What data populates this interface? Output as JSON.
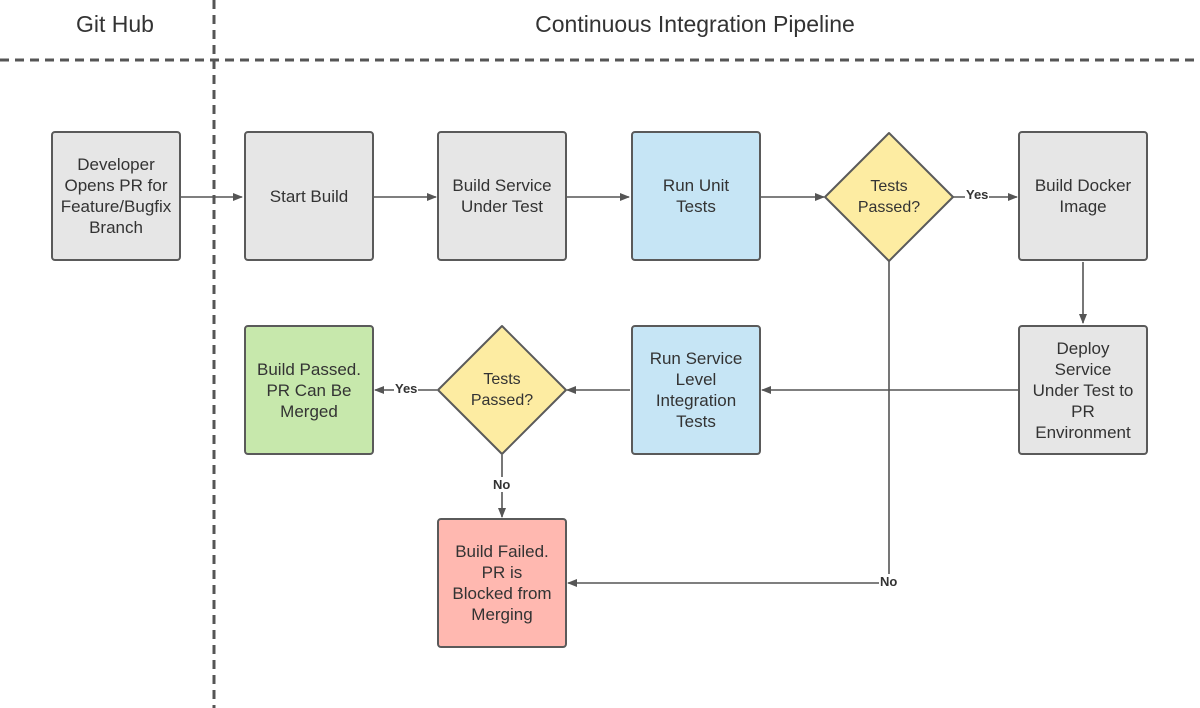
{
  "lanes": {
    "github": "Git Hub",
    "ci": "Continuous Integration Pipeline"
  },
  "nodes": {
    "developer_pr": "Developer\nOpens PR for\nFeature/Bugfix\nBranch",
    "start_build": "Start Build",
    "build_service": "Build Service\nUnder Test",
    "run_unit_tests": "Run Unit\nTests",
    "tests_passed_1": "Tests\nPassed?",
    "build_docker": "Build Docker\nImage",
    "deploy_service": "Deploy\nService\nUnder Test to\nPR\nEnvironment",
    "run_integration_tests": "Run Service\nLevel\nIntegration\nTests",
    "tests_passed_2": "Tests\nPassed?",
    "build_passed": "Build Passed.\nPR Can Be\nMerged",
    "build_failed": "Build Failed.\nPR is\nBlocked from\nMerging"
  },
  "edge_labels": {
    "yes_1": "Yes",
    "yes_2": "Yes",
    "no_1": "No",
    "no_2": "No"
  },
  "colors": {
    "gray": "#e6e6e6",
    "blue": "#c6e5f5",
    "yellow": "#fdeca2",
    "green": "#c7e8ac",
    "red": "#ffb8b0",
    "border": "#5a5a5a",
    "line": "#555555"
  }
}
